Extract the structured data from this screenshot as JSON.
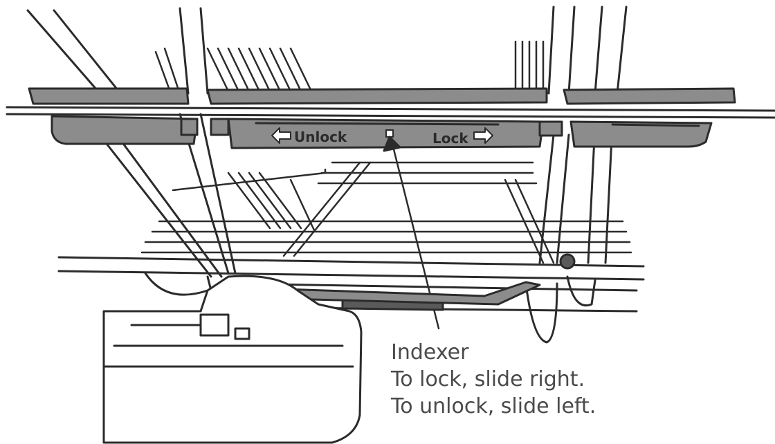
{
  "rail": {
    "unlock_label": "Unlock",
    "lock_label": "Lock"
  },
  "callout": {
    "title": "Indexer",
    "lock_instruction": "To lock, slide right.",
    "unlock_instruction": "To unlock, slide left."
  },
  "colors": {
    "line": "#2b2b2b",
    "rail_fill": "#8c8c8c",
    "tab_fill": "#5a5a5a",
    "background": "#ffffff"
  }
}
